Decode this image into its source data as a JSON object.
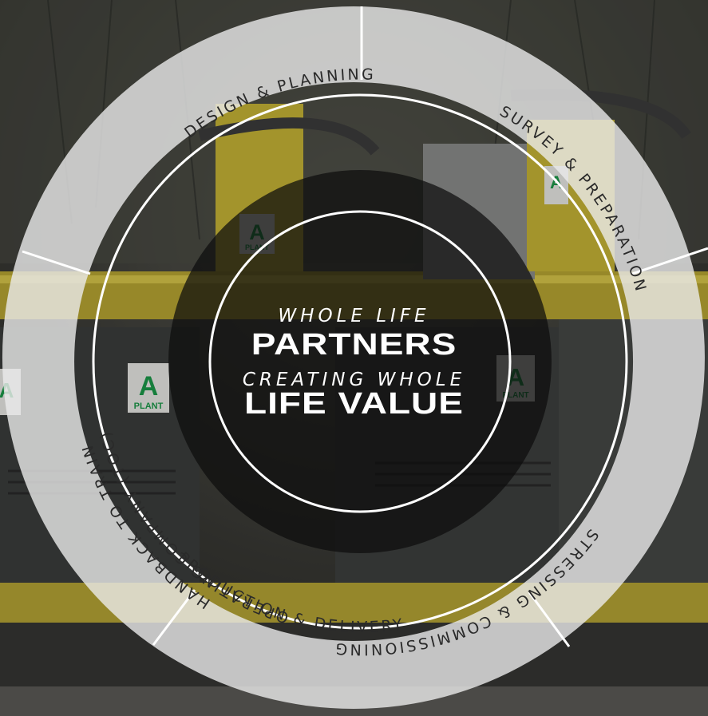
{
  "center": {
    "line1": "WHOLE LIFE",
    "line2": "PARTNERS",
    "line3": "CREATING WHOLE",
    "line4": "LIFE VALUE"
  },
  "stages": [
    {
      "label": "DESIGN & PLANNING"
    },
    {
      "label": "SURVEY & PREPARATION"
    },
    {
      "label": "PRODUCTION & DELIVERY"
    },
    {
      "label": "STRESSING & COMMISSIONING"
    },
    {
      "label": "HANDBACK TO TRAIN",
      "label2": "OPERATING COMPANY (TOC)"
    }
  ],
  "background_logo": {
    "text": "A",
    "text2": "PLANT"
  },
  "colors": {
    "ring": "#ebebeb",
    "ring_text": "#2a2a2a",
    "center_text": "#ffffff",
    "machine_yellow": "#d9c43a",
    "brand_green": "#1c9a4a"
  }
}
